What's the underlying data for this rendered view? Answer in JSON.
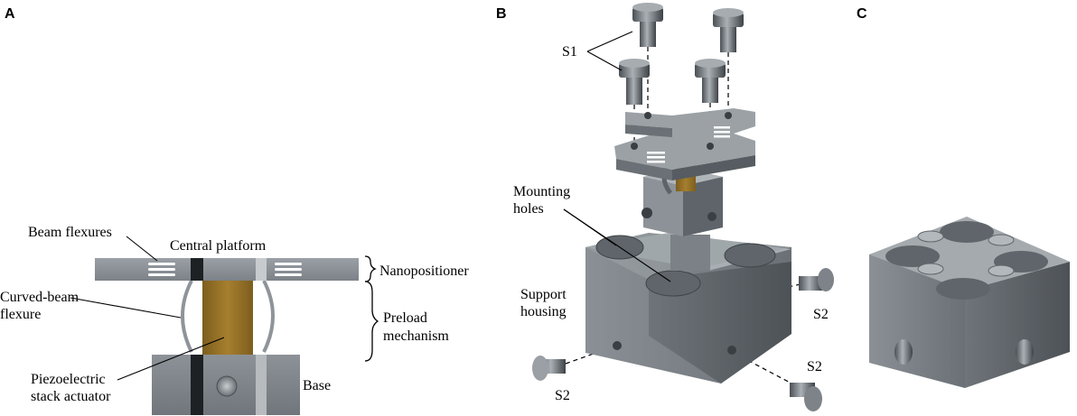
{
  "panels": [
    {
      "letter": "A"
    },
    {
      "letter": "B"
    },
    {
      "letter": "C"
    }
  ],
  "panel_a": {
    "labels": {
      "beam_flexures": "Beam flexures",
      "central_platform": "Central platform",
      "nanopositioner": "Nanopositioner",
      "curved_beam_1": "Curved-beam",
      "curved_beam_2": "flexure",
      "preload_1": "Preload",
      "preload_2": "mechanism",
      "piezo_1": "Piezoelectric",
      "piezo_2": "stack actuator",
      "base": "Base"
    }
  },
  "panel_b": {
    "labels": {
      "s1": "S1",
      "mounting_1": "Mounting",
      "mounting_2": "holes",
      "support_1": "Support",
      "support_2": "housing",
      "s2_right": "S2",
      "s2_left": "S2",
      "s2_bottom": "S2"
    }
  },
  "colors": {
    "steel": "#8f959a",
    "steel_dark": "#5b6166",
    "steel_light": "#b8bdc1",
    "piezo": "#9a7426"
  }
}
